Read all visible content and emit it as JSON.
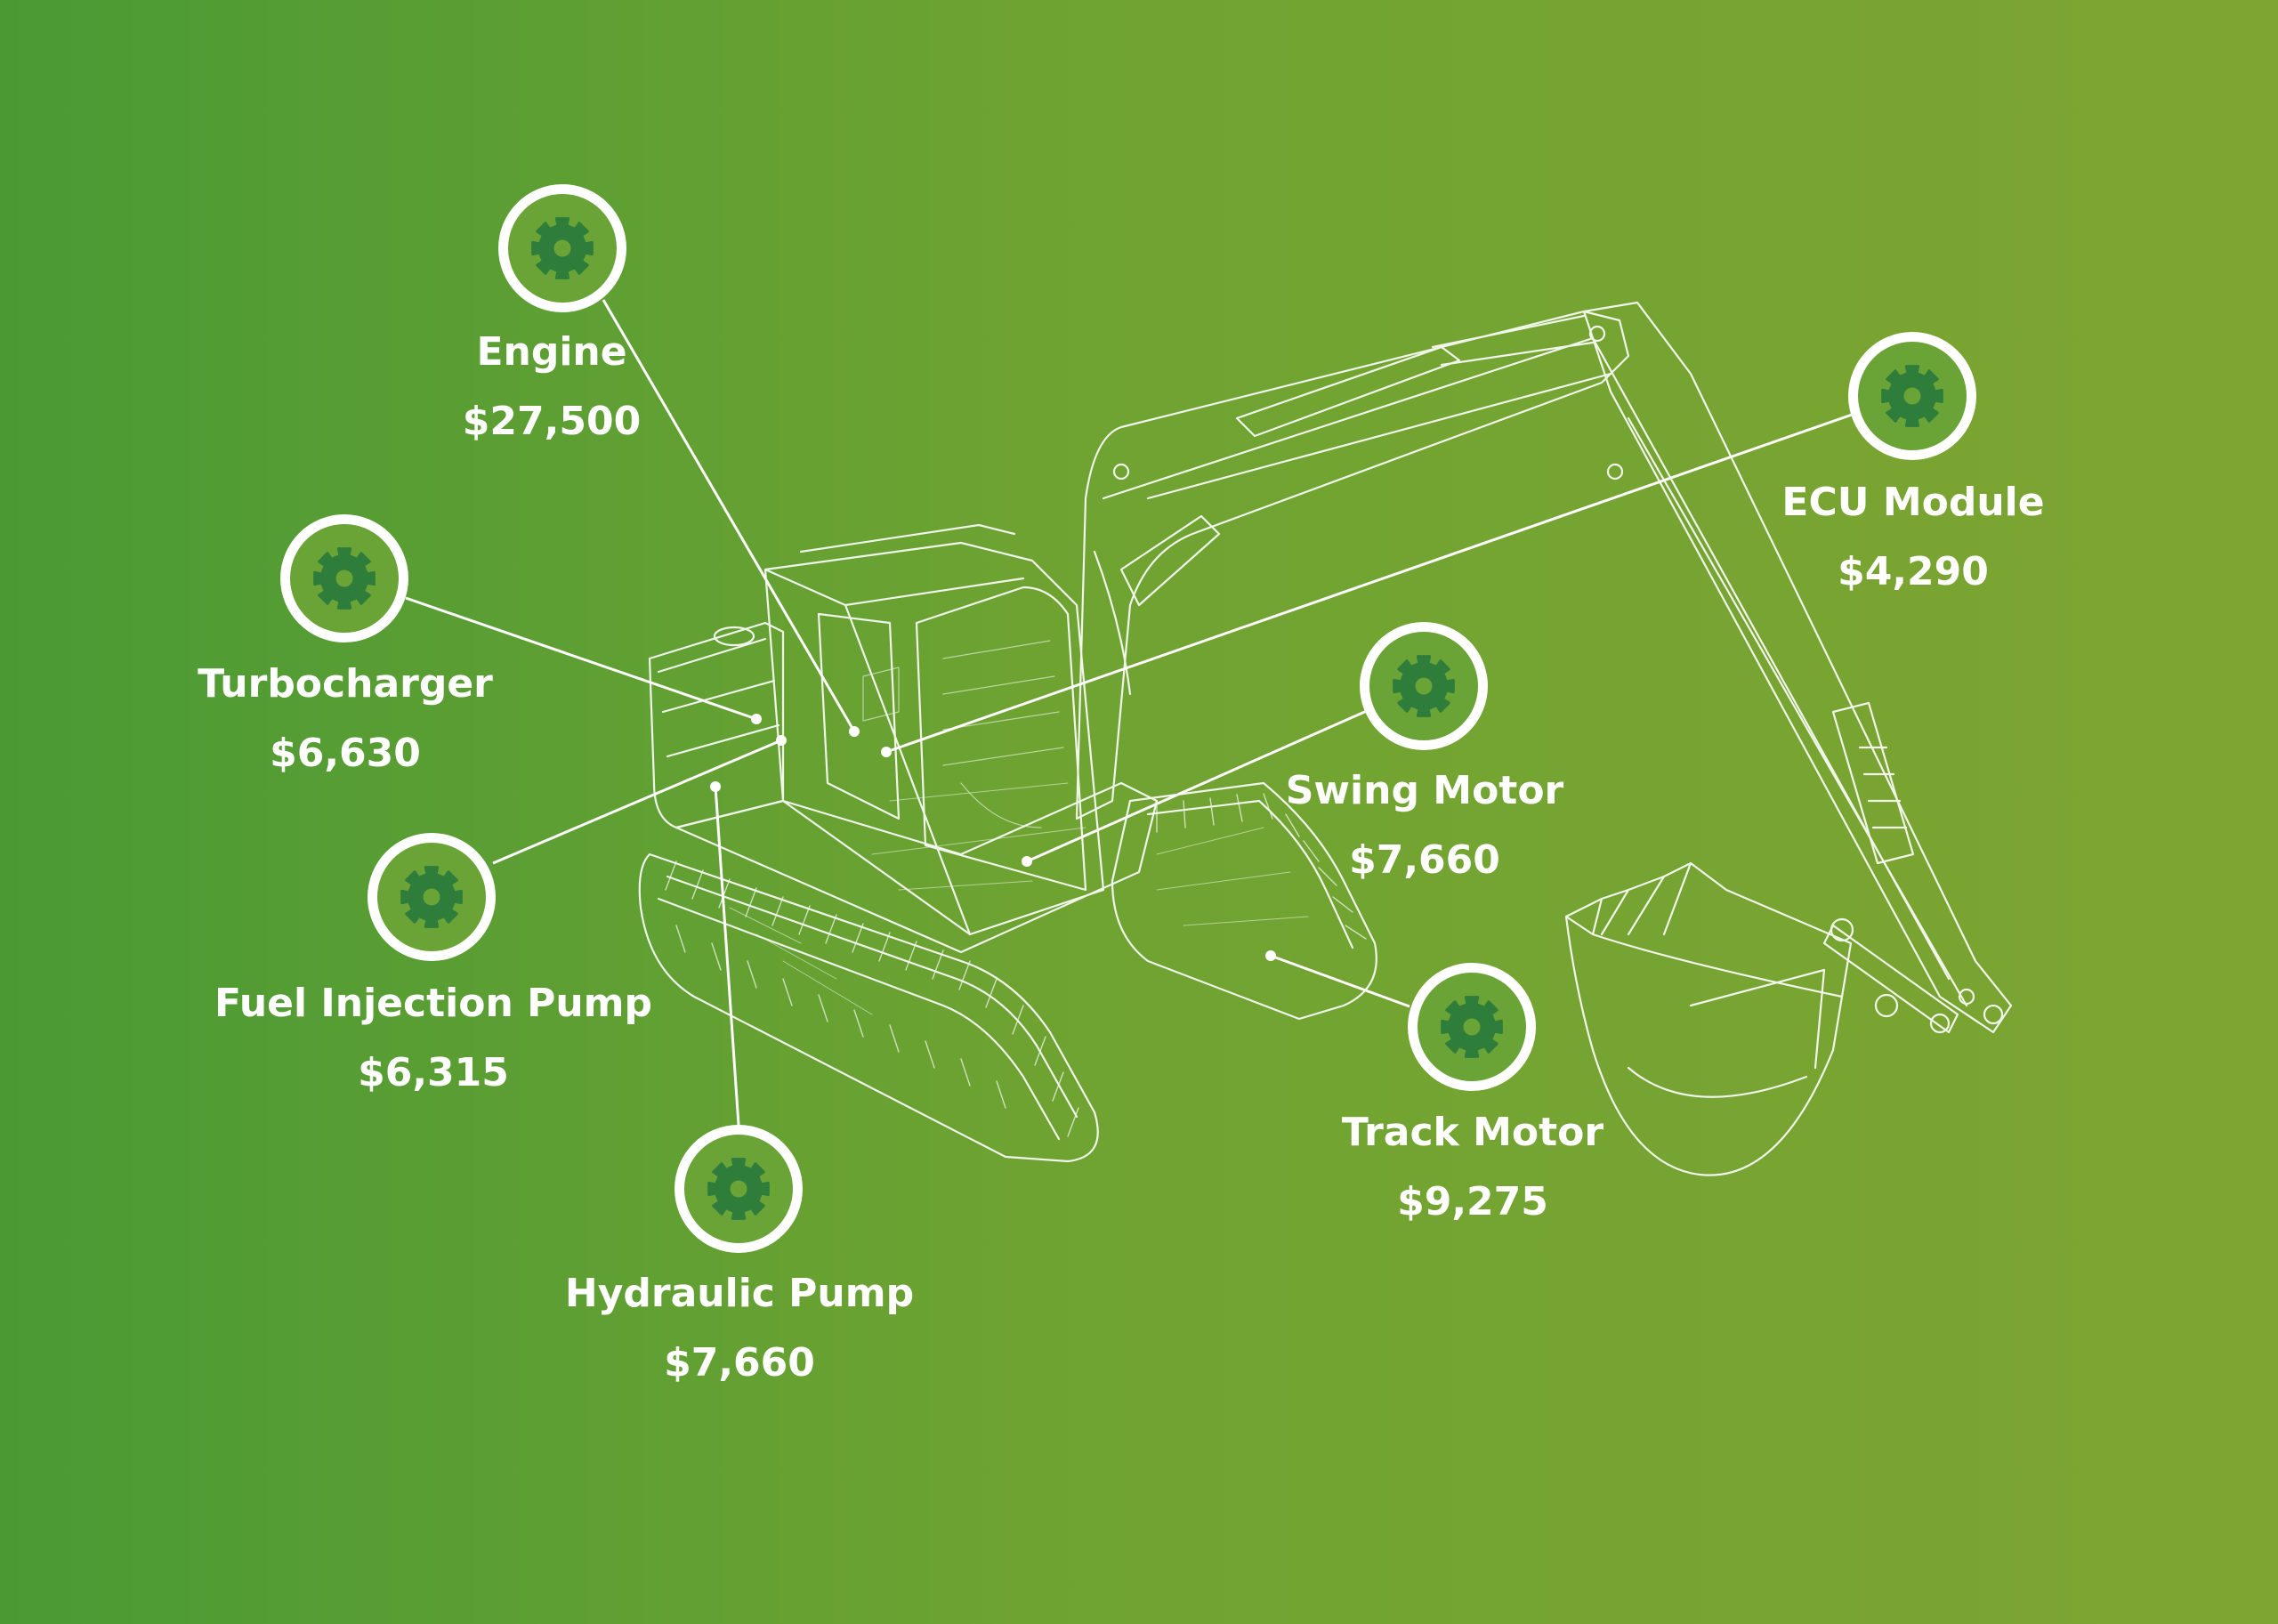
{
  "colors": {
    "bg_left": "#4a9a34",
    "bg_right": "#7ea532",
    "badge_fill": "#6aa336",
    "gear": "#2f7d3a",
    "line": "#ffffff"
  },
  "icon": "gear-icon",
  "parts": [
    {
      "id": "engine",
      "name": "Engine",
      "price": "$27,500"
    },
    {
      "id": "turbocharger",
      "name": "Turbocharger",
      "price": "$6,630"
    },
    {
      "id": "fuel-injection-pump",
      "name": "Fuel Injection Pump",
      "price": "$6,315"
    },
    {
      "id": "hydraulic-pump",
      "name": "Hydraulic Pump",
      "price": "$7,660"
    },
    {
      "id": "swing-motor",
      "name": "Swing Motor",
      "price": "$7,660"
    },
    {
      "id": "track-motor",
      "name": "Track Motor",
      "price": "$9,275"
    },
    {
      "id": "ecu-module",
      "name": "ECU Module",
      "price": "$4,290"
    }
  ]
}
